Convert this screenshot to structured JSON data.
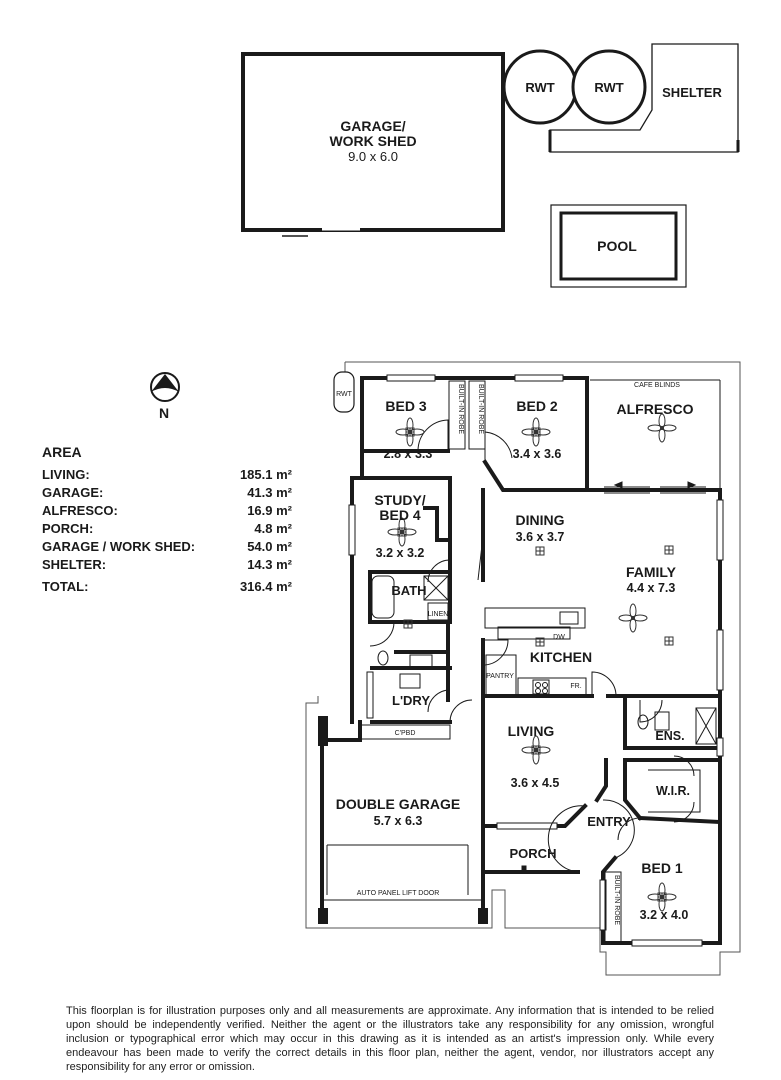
{
  "outbuildings": {
    "garage_shed": {
      "name_line1": "GARAGE/",
      "name_line2": "WORK SHED",
      "dims": "9.0 x 6.0"
    },
    "rwt": "RWT",
    "shelter": "SHELTER",
    "pool": "POOL"
  },
  "compass": {
    "label": "N"
  },
  "rooms": {
    "bed3": {
      "name": "BED 3",
      "dims": "2.8 x 3.3"
    },
    "bed2": {
      "name": "BED 2",
      "dims": "3.4 x 3.6"
    },
    "alfresco": {
      "name": "ALFRESCO"
    },
    "study": {
      "name_line1": "STUDY/",
      "name_line2": "BED 4",
      "dims": "3.2 x 3.2"
    },
    "dining": {
      "name": "DINING",
      "dims": "3.6 x 3.7"
    },
    "family": {
      "name": "FAMILY",
      "dims": "4.4 x 7.3"
    },
    "bath": {
      "name": "BATH"
    },
    "kitchen": {
      "name": "KITCHEN"
    },
    "laundry": {
      "name": "L'DRY"
    },
    "living": {
      "name": "LIVING",
      "dims": "3.6 x 4.5"
    },
    "ensuite": {
      "name": "ENS."
    },
    "wir": {
      "name": "W.I.R."
    },
    "double_garage": {
      "name": "DOUBLE GARAGE",
      "dims": "5.7 x 6.3"
    },
    "entry": {
      "name": "ENTRY"
    },
    "porch": {
      "name": "PORCH"
    },
    "bed1": {
      "name": "BED 1",
      "dims": "3.2 x 4.0"
    }
  },
  "fixtures": {
    "built_in_robe": "BUILT-IN ROBE",
    "cafe_blinds": "CAFE BLINDS",
    "linen": "LINEN",
    "dw": "DW",
    "pantry": "PANTRY",
    "fr": "FR.",
    "cpbd": "C'PBD",
    "auto_door": "AUTO PANEL LIFT DOOR",
    "rwt_house": "RWT"
  },
  "area": {
    "title": "AREA",
    "rows": [
      {
        "label": "LIVING:",
        "value": "185.1 m²"
      },
      {
        "label": "GARAGE:",
        "value": "41.3 m²"
      },
      {
        "label": "ALFRESCO:",
        "value": "16.9 m²"
      },
      {
        "label": "PORCH:",
        "value": "4.8 m²"
      },
      {
        "label": "GARAGE / WORK SHED:",
        "value": "54.0 m²"
      },
      {
        "label": "SHELTER:",
        "value": "14.3 m²"
      }
    ],
    "total_label": "TOTAL:",
    "total_value": "316.4 m²"
  },
  "disclaimer": "This floorplan is for illustration purposes only and all measurements are approximate. Any information that is intended to be relied upon should be independently verified. Neither the agent or the illustrators take any responsibility for any omission, wrongful inclusion or typographical error which may occur in this drawing as it is intended as an artist's impression only. While every endeavour has been made to verify the correct details in this floor plan, neither the agent, vendor, nor illustrators accept any responsibility for any error or omission."
}
